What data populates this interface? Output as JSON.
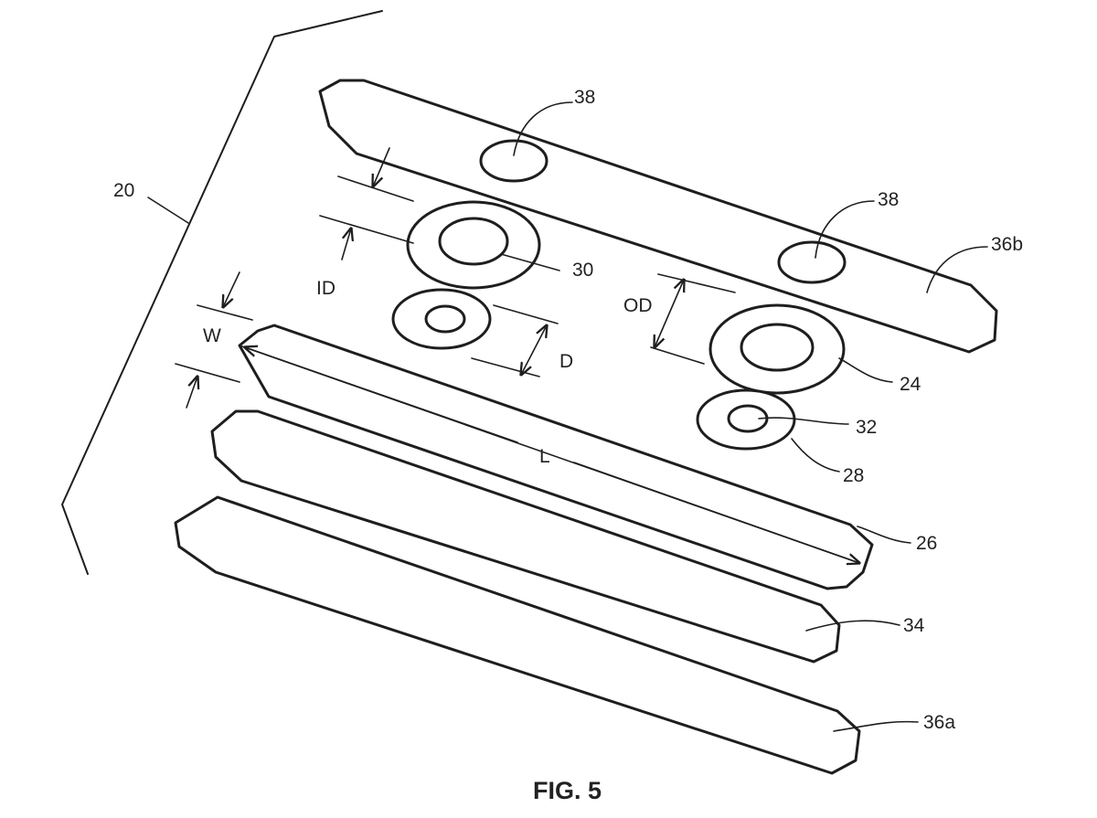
{
  "caption": "FIG. 5",
  "labels": {
    "ref_20": "20",
    "ref_38_top": "38",
    "ref_38_right": "38",
    "ref_36b": "36b",
    "ref_30": "30",
    "ref_24": "24",
    "ref_32": "32",
    "ref_28": "28",
    "ref_26": "26",
    "ref_34": "34",
    "ref_36a": "36a",
    "dim_ID": "ID",
    "dim_OD": "OD",
    "dim_W": "W",
    "dim_D": "D",
    "dim_L": "L"
  },
  "colors": {
    "ink": "#1e1e1e",
    "background": "#ffffff"
  }
}
